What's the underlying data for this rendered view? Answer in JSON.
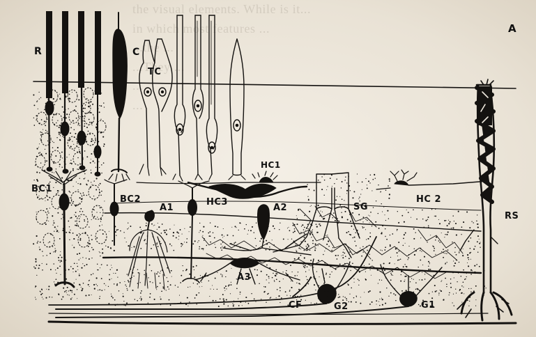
{
  "figure": {
    "panel_label": "A",
    "labels": {
      "R": "R",
      "C": "C",
      "TC": "TC",
      "HC1": "HC1",
      "HC2": "HC 2",
      "HC3": "HC3",
      "BC1": "BC1",
      "BC2": "BC2",
      "A1": "A1",
      "A2": "A2",
      "A3": "A3",
      "SG": "SG",
      "RS": "RS",
      "CF": "CF",
      "G1": "G1",
      "G2": "G2"
    },
    "bleed_through_text": [
      "the visual elements. While is it...",
      "in which most features ...",
      "...the ...",
      "...They ...",
      "...",
      "..."
    ]
  },
  "colors": {
    "ink": "#141210",
    "paper": "#efe9de"
  }
}
